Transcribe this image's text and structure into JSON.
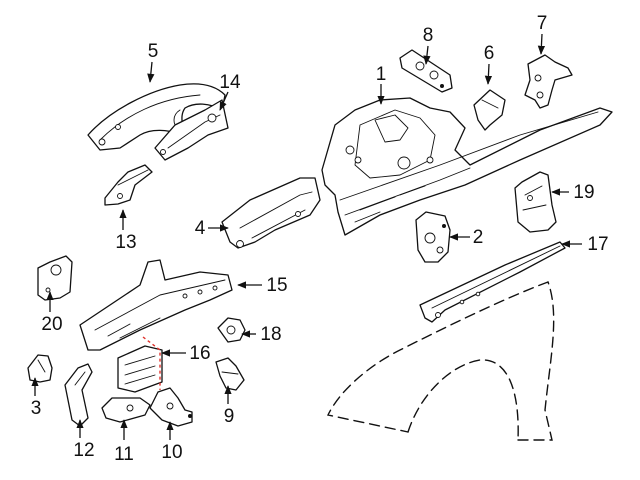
{
  "colors": {
    "line": "#111111",
    "background": "#ffffff",
    "cut_line": "#e0322c"
  },
  "callouts": {
    "c1": "1",
    "c2": "2",
    "c3": "3",
    "c4": "4",
    "c5": "5",
    "c6": "6",
    "c7": "7",
    "c8": "8",
    "c9": "9",
    "c10": "10",
    "c11": "11",
    "c12": "12",
    "c13": "13",
    "c14": "14",
    "c15": "15",
    "c16": "16",
    "c17": "17",
    "c18": "18",
    "c19": "19",
    "c20": "20"
  }
}
